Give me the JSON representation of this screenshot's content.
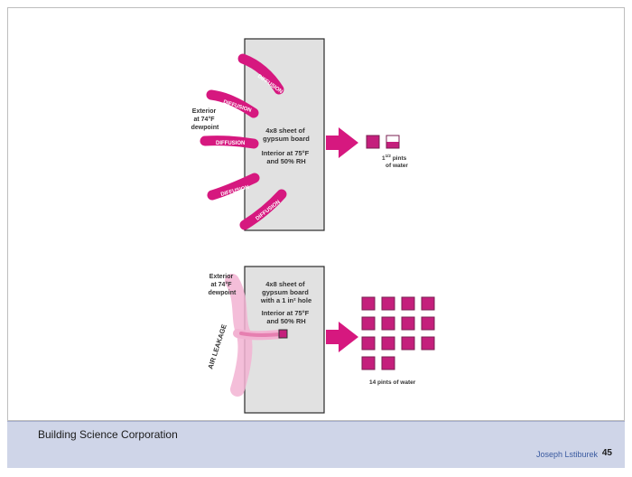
{
  "colors": {
    "magenta": "#d6187f",
    "pink_light": "#f2b3d2",
    "board": "#e1e1e1",
    "water_fill": "#c41f7c",
    "water_outline": "#7a1f52",
    "footer_bg": "#cfd5e8"
  },
  "diagram_top": {
    "diffusion_label": "DIFFUSION",
    "exterior_label": [
      "Exterior",
      "at 74°F",
      "dewpoint"
    ],
    "board_label": [
      "4x8 sheet of",
      "gypsum board"
    ],
    "interior_label": [
      "Interior at 75°F",
      "and 50% RH"
    ],
    "water_label_main": "1",
    "water_fraction": "1/2",
    "water_label_rest": " pints",
    "water_label_line2": "of water",
    "water_cups_full": 1.5
  },
  "diagram_bottom": {
    "air_leakage_label": "AIR LEAKAGE",
    "exterior_label": [
      "Exterior",
      "at 74°F",
      "dewpoint"
    ],
    "board_label": [
      "4x8 sheet of",
      "gypsum board",
      "with a 1 in² hole"
    ],
    "interior_label": [
      "Interior at 75°F",
      "and 50% RH"
    ],
    "water_cup_count": 14,
    "water_label": "14 pints of water"
  },
  "footer": {
    "organization": "Building Science Corporation",
    "author": "Joseph Lstiburek",
    "page_number": "45"
  }
}
